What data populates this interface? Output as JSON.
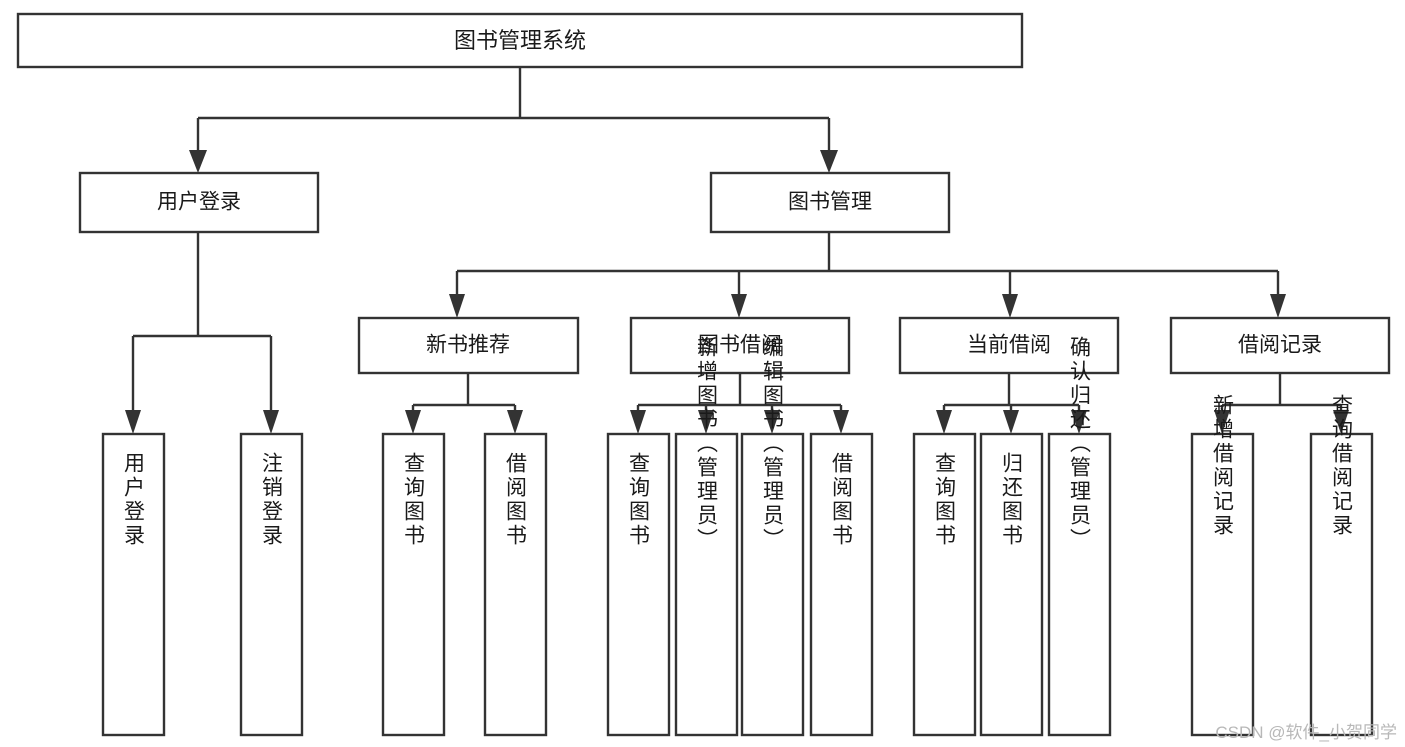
{
  "diagram": {
    "type": "tree",
    "title": "图书管理系统",
    "watermark": "CSDN @软件_小贺同学",
    "colors": {
      "stroke": "#333333",
      "box_fill": "#ffffff",
      "text": "#1a1a1a",
      "background": "#ffffff",
      "watermark": "#b8b8b8"
    },
    "root": {
      "label": "图书管理系统"
    },
    "level2": [
      {
        "label": "用户登录"
      },
      {
        "label": "图书管理"
      }
    ],
    "level3": [
      {
        "label": "新书推荐"
      },
      {
        "label": "图书借阅"
      },
      {
        "label": "当前借阅"
      },
      {
        "label": "借阅记录"
      }
    ],
    "leaves": {
      "user_login": [
        {
          "label": "用户登录"
        },
        {
          "label": "注销登录"
        }
      ],
      "new_book_recommend": [
        {
          "label": "查询图书"
        },
        {
          "label": "借阅图书"
        }
      ],
      "book_borrow": [
        {
          "label": "查询图书"
        },
        {
          "label": "新增图书（管理员）"
        },
        {
          "label": "编辑图书（管理员）"
        },
        {
          "label": "借阅图书"
        }
      ],
      "current_borrow": [
        {
          "label": "查询图书"
        },
        {
          "label": "归还图书"
        },
        {
          "label": "确认归还（管理员）"
        }
      ],
      "borrow_record": [
        {
          "label": "新增借阅记录"
        },
        {
          "label": "查询借阅记录"
        }
      ]
    }
  }
}
